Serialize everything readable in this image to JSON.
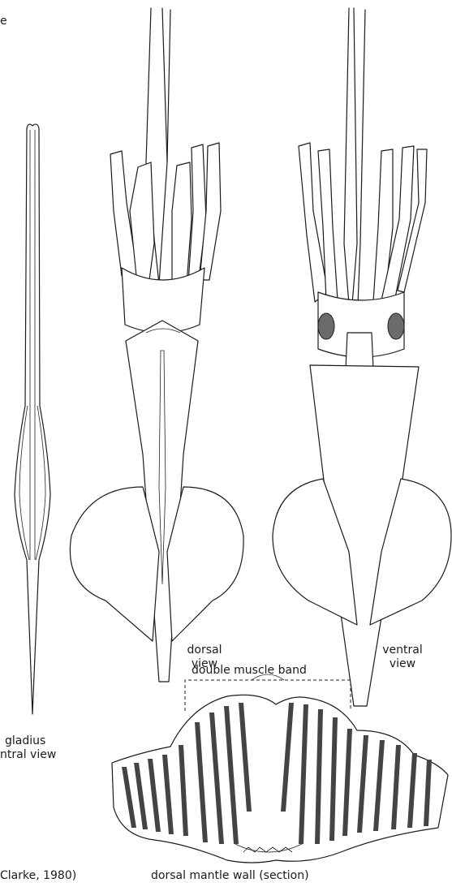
{
  "labels": {
    "top_fragment": "e",
    "gladius_line1": "gladius",
    "gladius_line2": "ntral view",
    "dorsal_line1": "dorsal",
    "dorsal_line2": "view",
    "ventral_line1": "ventral",
    "ventral_line2": "view",
    "muscle_band": "double muscle band",
    "credit": "Clarke, 1980)",
    "section": "dorsal mantle wall (section)"
  }
}
